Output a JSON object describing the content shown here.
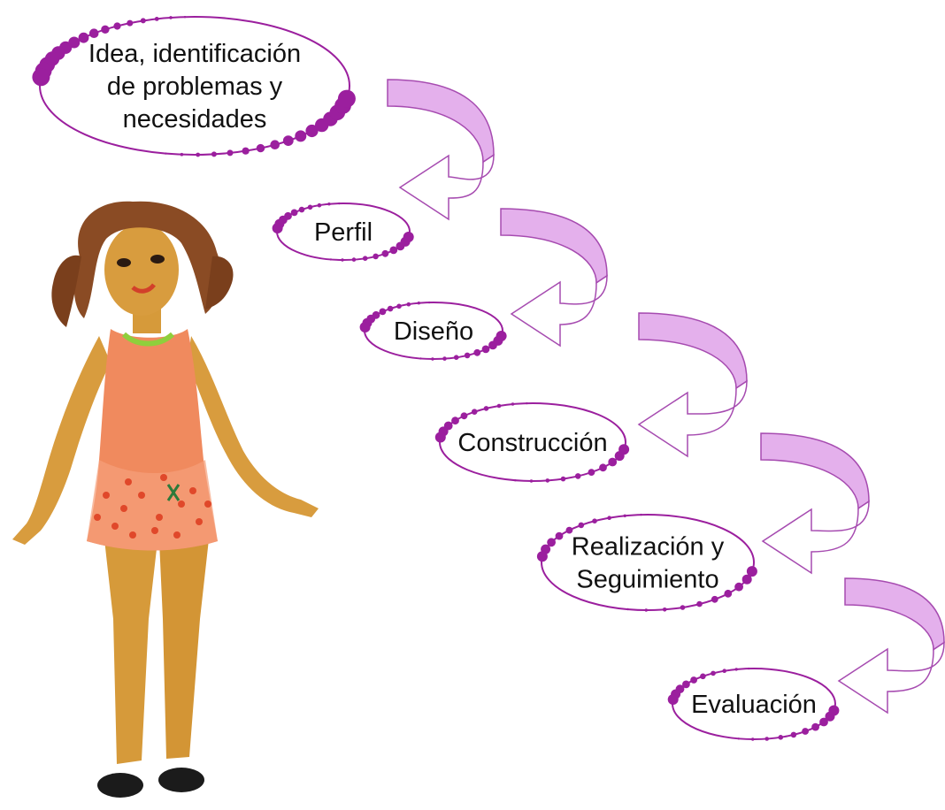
{
  "diagram": {
    "steps": [
      {
        "lines": [
          "Idea, identificación",
          "de problemas y",
          "necesidades"
        ]
      },
      {
        "lines": [
          "Perfil"
        ]
      },
      {
        "lines": [
          "Diseño"
        ]
      },
      {
        "lines": [
          "Construcción"
        ]
      },
      {
        "lines": [
          "Realización y",
          "Seguimiento"
        ]
      },
      {
        "lines": [
          "Evaluación"
        ]
      }
    ]
  },
  "colors": {
    "accent": "#9b1f9e",
    "arrow_fill": "#e4b0ec",
    "arrow_stroke": "#a64bb0",
    "text": "#111111"
  },
  "illustration": {
    "subject": "girl-figure-illustration"
  }
}
